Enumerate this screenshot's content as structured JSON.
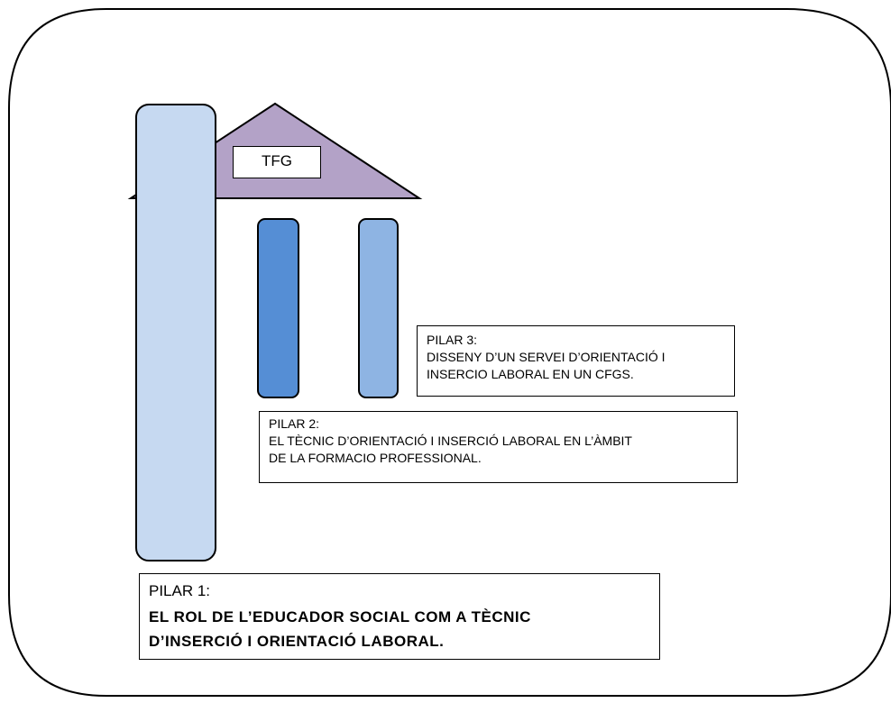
{
  "tfg_label": "TFG",
  "pilar3": {
    "heading": "PILAR 3:",
    "lines": [
      "DISSENY D’UN SERVEI D’ORIENTACIÓ I",
      "INSERCIO  LABORAL EN UN CFGS."
    ]
  },
  "pilar2": {
    "heading": "PILAR 2:",
    "lines": [
      "EL TÈCNIC  D’ORIENTACIÓ I INSERCIÓ LABORAL EN L’ÀMBIT",
      "DE LA FORMACIO PROFESSIONAL."
    ]
  },
  "pilar1": {
    "heading": "PILAR 1:",
    "lines": [
      "EL ROL DE L’EDUCADOR  SOCIAL COM A TÈCNIC",
      "D’INSERCIÓ I ORIENTACIÓ LABORAL."
    ]
  },
  "colors": {
    "roof": "#b3a2c7",
    "pillar1": "#c6d9f1",
    "pillar2": "#558ed5",
    "pillar3": "#8eb4e3",
    "outline": "#000000"
  }
}
